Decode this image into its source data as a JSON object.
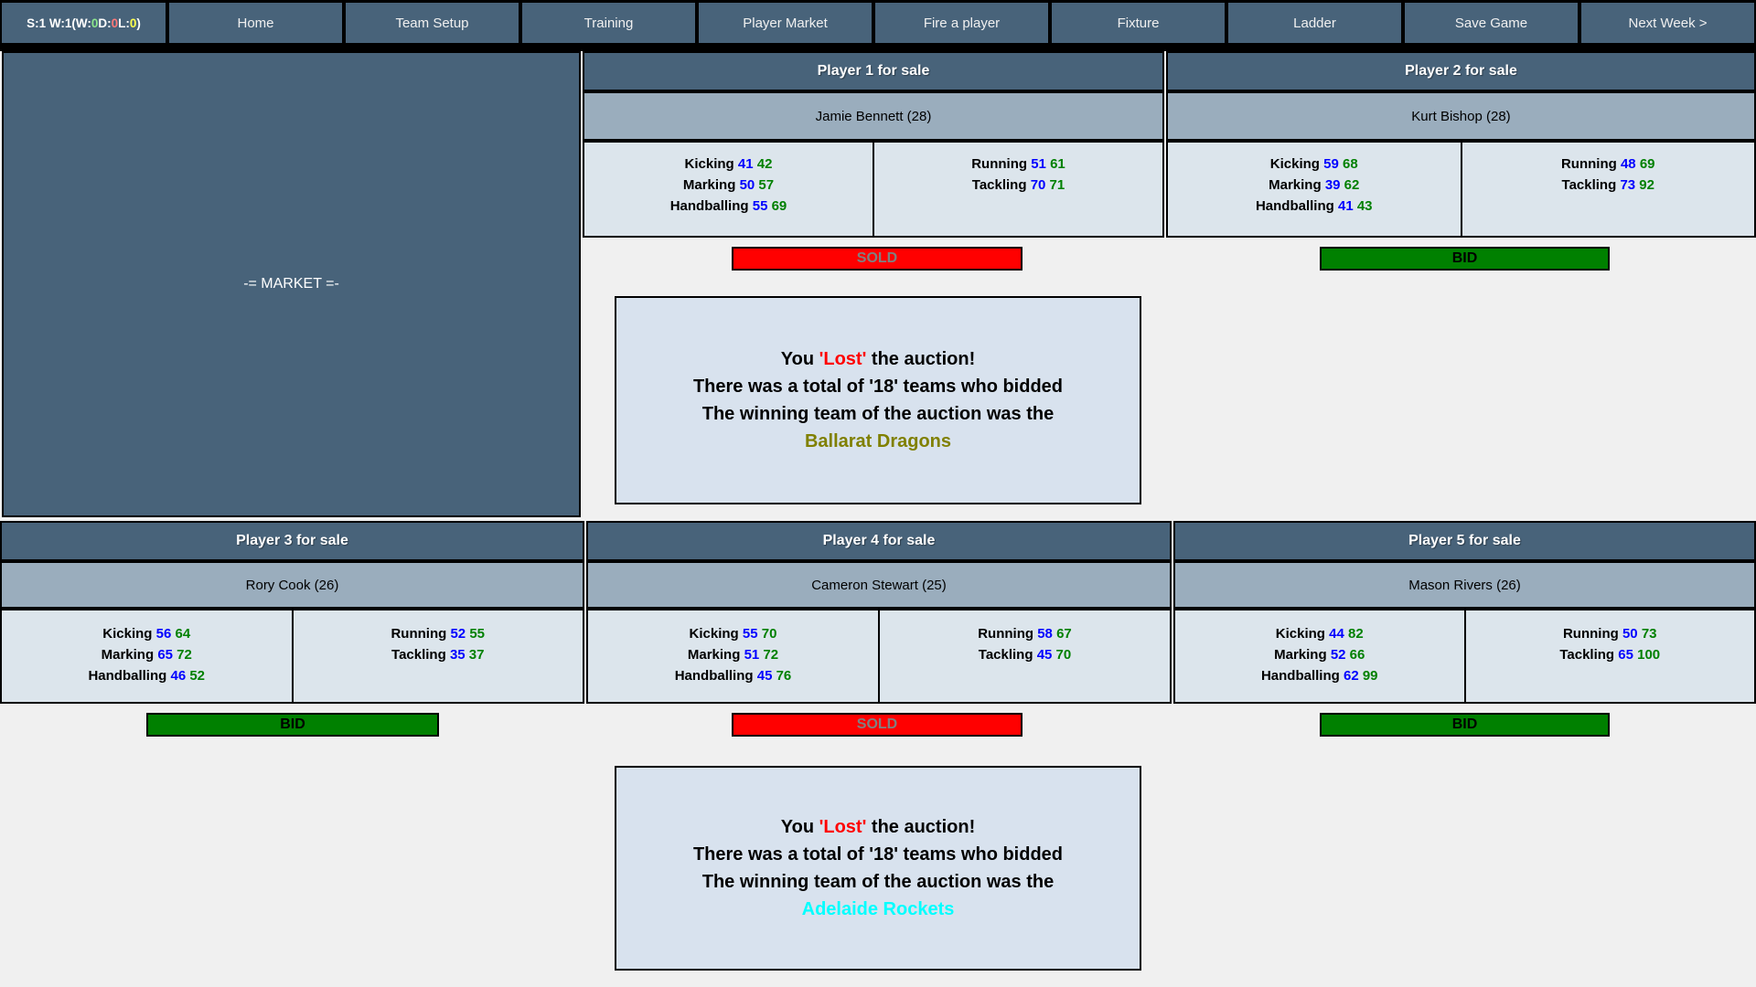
{
  "status": {
    "season_week": "S:1 W:1",
    "open_paren": "(W:",
    "wins": "0",
    "draws_label": "D:",
    "draws": "0",
    "losses_label": "L:",
    "losses": "0",
    "close_paren": ")"
  },
  "nav": {
    "items": [
      "Home",
      "Team Setup",
      "Training",
      "Player Market",
      "Fire a player",
      "Fixture",
      "Ladder",
      "Save Game",
      "Next Week >"
    ]
  },
  "market": {
    "title": "-= MARKET =-"
  },
  "players": [
    {
      "header": "Player 1 for sale",
      "name": "Jamie Bennett (28)",
      "left": [
        {
          "label": "Kicking",
          "now": "41",
          "pot": "42"
        },
        {
          "label": "Marking",
          "now": "50",
          "pot": "57"
        },
        {
          "label": "Handballing",
          "now": "55",
          "pot": "69"
        }
      ],
      "right": [
        {
          "label": "Running",
          "now": "51",
          "pot": "61"
        },
        {
          "label": "Tackling",
          "now": "70",
          "pot": "71"
        }
      ],
      "action": "SOLD"
    },
    {
      "header": "Player 2 for sale",
      "name": "Kurt Bishop (28)",
      "left": [
        {
          "label": "Kicking",
          "now": "59",
          "pot": "68"
        },
        {
          "label": "Marking",
          "now": "39",
          "pot": "62"
        },
        {
          "label": "Handballing",
          "now": "41",
          "pot": "43"
        }
      ],
      "right": [
        {
          "label": "Running",
          "now": "48",
          "pot": "69"
        },
        {
          "label": "Tackling",
          "now": "73",
          "pot": "92"
        }
      ],
      "action": "BID"
    },
    {
      "header": "Player 3 for sale",
      "name": "Rory Cook (26)",
      "left": [
        {
          "label": "Kicking",
          "now": "56",
          "pot": "64"
        },
        {
          "label": "Marking",
          "now": "65",
          "pot": "72"
        },
        {
          "label": "Handballing",
          "now": "46",
          "pot": "52"
        }
      ],
      "right": [
        {
          "label": "Running",
          "now": "52",
          "pot": "55"
        },
        {
          "label": "Tackling",
          "now": "35",
          "pot": "37"
        }
      ],
      "action": "BID"
    },
    {
      "header": "Player 4 for sale",
      "name": "Cameron Stewart (25)",
      "left": [
        {
          "label": "Kicking",
          "now": "55",
          "pot": "70"
        },
        {
          "label": "Marking",
          "now": "51",
          "pot": "72"
        },
        {
          "label": "Handballing",
          "now": "45",
          "pot": "76"
        }
      ],
      "right": [
        {
          "label": "Running",
          "now": "58",
          "pot": "67"
        },
        {
          "label": "Tackling",
          "now": "45",
          "pot": "70"
        }
      ],
      "action": "SOLD"
    },
    {
      "header": "Player 5 for sale",
      "name": "Mason Rivers (26)",
      "left": [
        {
          "label": "Kicking",
          "now": "44",
          "pot": "82"
        },
        {
          "label": "Marking",
          "now": "52",
          "pot": "66"
        },
        {
          "label": "Handballing",
          "now": "62",
          "pot": "99"
        }
      ],
      "right": [
        {
          "label": "Running",
          "now": "50",
          "pot": "73"
        },
        {
          "label": "Tackling",
          "now": "65",
          "pot": "100"
        }
      ],
      "action": "BID"
    }
  ],
  "messages": [
    {
      "pre": "You",
      "lost": "'Lost'",
      "post": "the auction!",
      "line2": "There was a total of '18' teams who bidded",
      "line3": "The winning team of the auction was the",
      "winner": "Ballarat Dragons",
      "winner_color": "#808000"
    },
    {
      "pre": "You",
      "lost": "'Lost'",
      "post": "the auction!",
      "line2": "There was a total of '18' teams who bidded",
      "line3": "The winning team of the auction was the",
      "winner": "Adelaide Rockets",
      "winner_color": "#00FFFF"
    }
  ],
  "colors": {
    "nav_bg": "#48637A",
    "name_band_bg": "#9AADBD",
    "stats_band_bg": "#DCE5EC",
    "msgbox_bg": "#D8E2EE",
    "page_bg": "#F0F0F0",
    "stat_current": "#0000FF",
    "stat_potential": "#008000",
    "sold_bg": "#FF0000",
    "sold_text": "#808080",
    "bid_bg": "#008000",
    "bid_text": "#000000",
    "lost_red": "#FF0000",
    "wins_green": "#8CE68C",
    "draws_red": "#FF7878",
    "losses_yellow": "#FFFF4D"
  }
}
